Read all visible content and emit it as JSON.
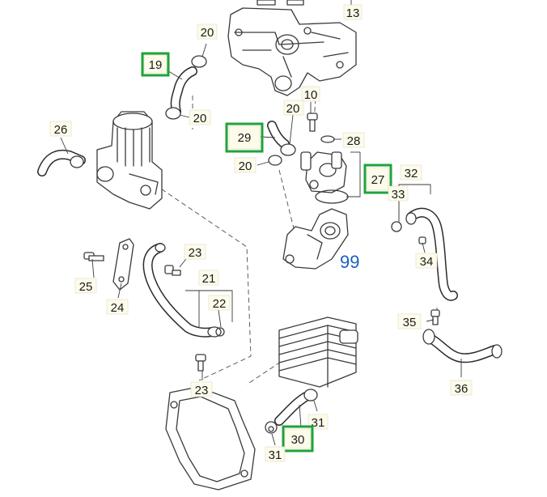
{
  "labels": {
    "p10": "10",
    "p13": "13",
    "p19": "19",
    "p20": "20",
    "p21": "21",
    "p22": "22",
    "p23": "23",
    "p24": "24",
    "p25": "25",
    "p26": "26",
    "p27": "27",
    "p28": "28",
    "p29": "29",
    "p30": "30",
    "p31": "31",
    "p32": "32",
    "p33": "33",
    "p34": "34",
    "p35": "35",
    "p36": "36"
  },
  "page_number": "99",
  "colors": {
    "highlight": "#1fa33a",
    "page_number": "#1a5fc8",
    "label_bg": "#fdfbea",
    "lines": "#3a3a3a"
  }
}
